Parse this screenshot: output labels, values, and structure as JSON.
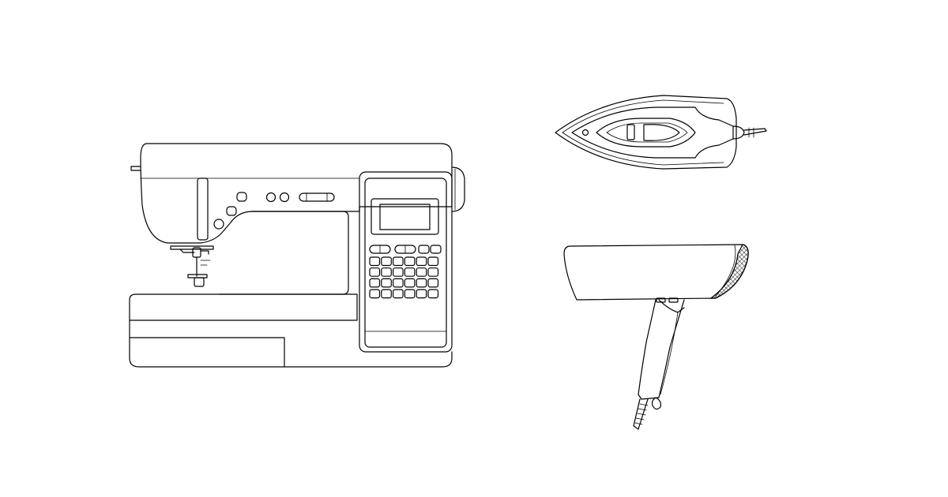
{
  "drawing": {
    "background": "#ffffff",
    "stroke_color": "#000000",
    "style": "line-art"
  },
  "objects": [
    {
      "id": "sewing-machine",
      "icon": "sewing-machine-icon"
    },
    {
      "id": "clothes-iron",
      "icon": "iron-icon"
    },
    {
      "id": "hair-dryer",
      "icon": "hair-dryer-icon"
    }
  ]
}
